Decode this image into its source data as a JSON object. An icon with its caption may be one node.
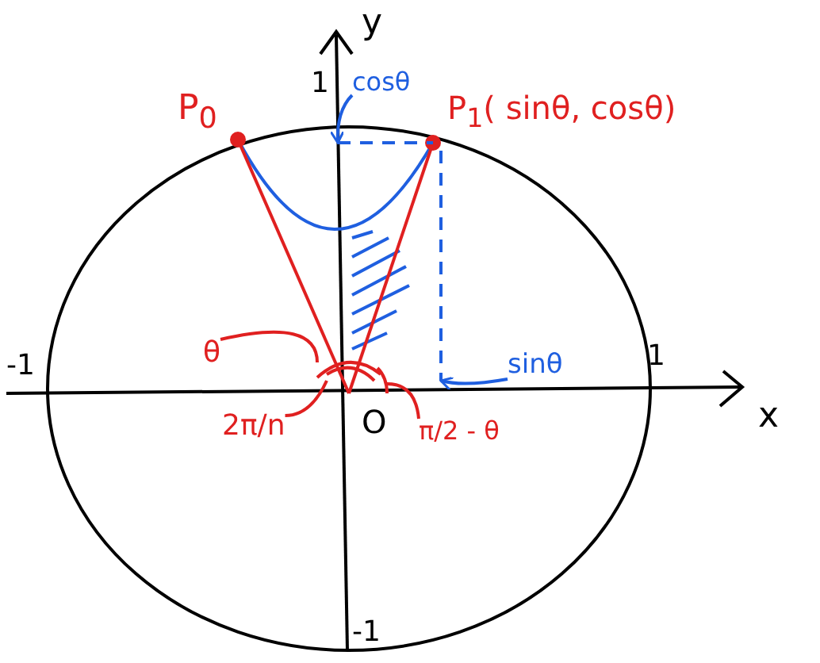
{
  "diagram": {
    "nodes": [
      {
        "text": [
          "cosθ"
        ]
      },
      {
        "text": [
          "sinθ"
        ]
      },
      {
        "text": [
          "θ"
        ]
      },
      {
        "text": [
          "2π/n"
        ]
      },
      {
        "text": [
          "π/2 - θ"
        ]
      },
      {
        "text": [],
        "shape": "line"
      },
      {
        "text": [],
        "shape": "line"
      },
      {
        "text": [],
        "shape": "arc"
      },
      {
        "text": [],
        "shape": "arc"
      },
      {
        "text": [],
        "shape": "arc"
      }
    ],
    "edges": [
      {
        "from": 0,
        "to": 5,
        "arrow": "to",
        "color": "#1f5fe0"
      },
      {
        "from": 1,
        "to": 6,
        "arrow": "to",
        "color": "#1f5fe0"
      },
      {
        "from": 2,
        "to": 7,
        "arrow": "none"
      },
      {
        "from": 3,
        "to": 8,
        "arrow": "none"
      },
      {
        "from": 4,
        "to": 9,
        "arrow": "none"
      }
    ],
    "labels": [
      "y",
      "1",
      "P$_{0}$",
      "P$_{1}$( sinθ, cosθ)",
      "-1",
      "1",
      "x",
      "O",
      "-1"
    ]
  }
}
